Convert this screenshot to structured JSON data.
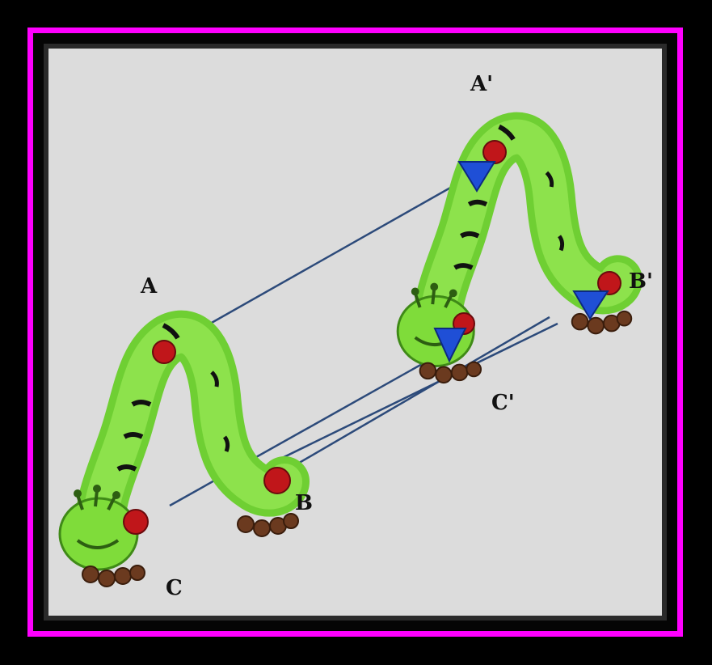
{
  "labels": {
    "A": "A",
    "B": "B",
    "C": "C",
    "A_prime": "A'",
    "B_prime": "B'",
    "C_prime": "C'"
  },
  "colors": {
    "frame": "#ff00ff",
    "background": "#dcdcdc",
    "caterpillar_body": "#7fdc3a",
    "original_points": "#c0161a",
    "image_points": "#1f4fd6",
    "connector_lines": "#2c4a7a",
    "feet": "#6b3a1f"
  },
  "icons": {
    "original_figure": "caterpillar-icon",
    "translated_figure": "caterpillar-icon"
  }
}
